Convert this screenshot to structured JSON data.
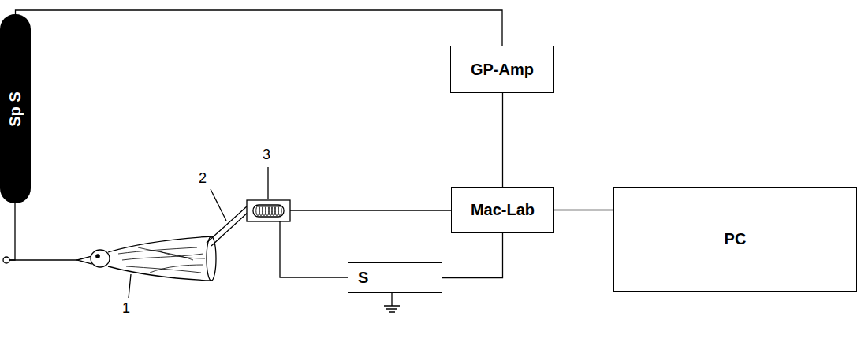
{
  "diagram": {
    "nodes": [
      {
        "text": [
          "Sp S"
        ]
      },
      {
        "text": [
          "GP-Amp"
        ]
      },
      {
        "text": [
          "Mac-Lab"
        ]
      },
      {
        "text": [
          "PC"
        ]
      },
      {
        "text": [
          "S"
        ]
      }
    ],
    "edges": [
      {
        "from": 0,
        "to": 1,
        "arrow": "none"
      },
      {
        "from": 1,
        "to": 2,
        "arrow": "none"
      },
      {
        "from": 2,
        "to": 3,
        "arrow": "none"
      },
      {
        "from": 4,
        "to": 2,
        "arrow": "none"
      }
    ],
    "labels": [
      "1",
      "2",
      "3"
    ]
  }
}
